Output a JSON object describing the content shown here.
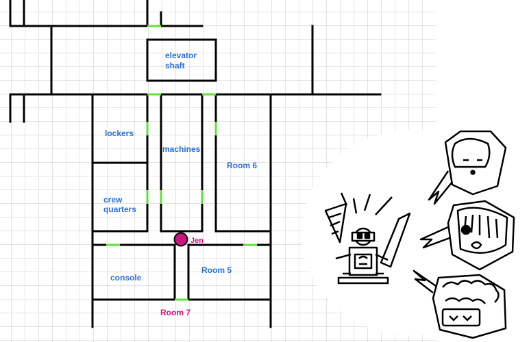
{
  "map": {
    "rooms": {
      "elevator_line1": "elevator",
      "elevator_line2": "shaft",
      "lockers": "lockers",
      "machines": "machines",
      "room6": "Room 6",
      "crew_line1": "crew",
      "crew_line2": "quarters",
      "console": "console",
      "room5": "Room 5",
      "room7": "Room 7"
    },
    "player": {
      "name": "Jen"
    }
  },
  "colors": {
    "room_label": "#2a6fd6",
    "highlight_label": "#d0137d",
    "door": "#5fe03a",
    "wall": "#000000",
    "grid": "#c8c8c8",
    "player_marker": "#c8157f"
  },
  "characters": {
    "icons": [
      "robot-character-icon",
      "hooded-character-portrait-icon",
      "brown-haired-character-portrait-icon",
      "curly-haired-character-portrait-icon"
    ]
  }
}
